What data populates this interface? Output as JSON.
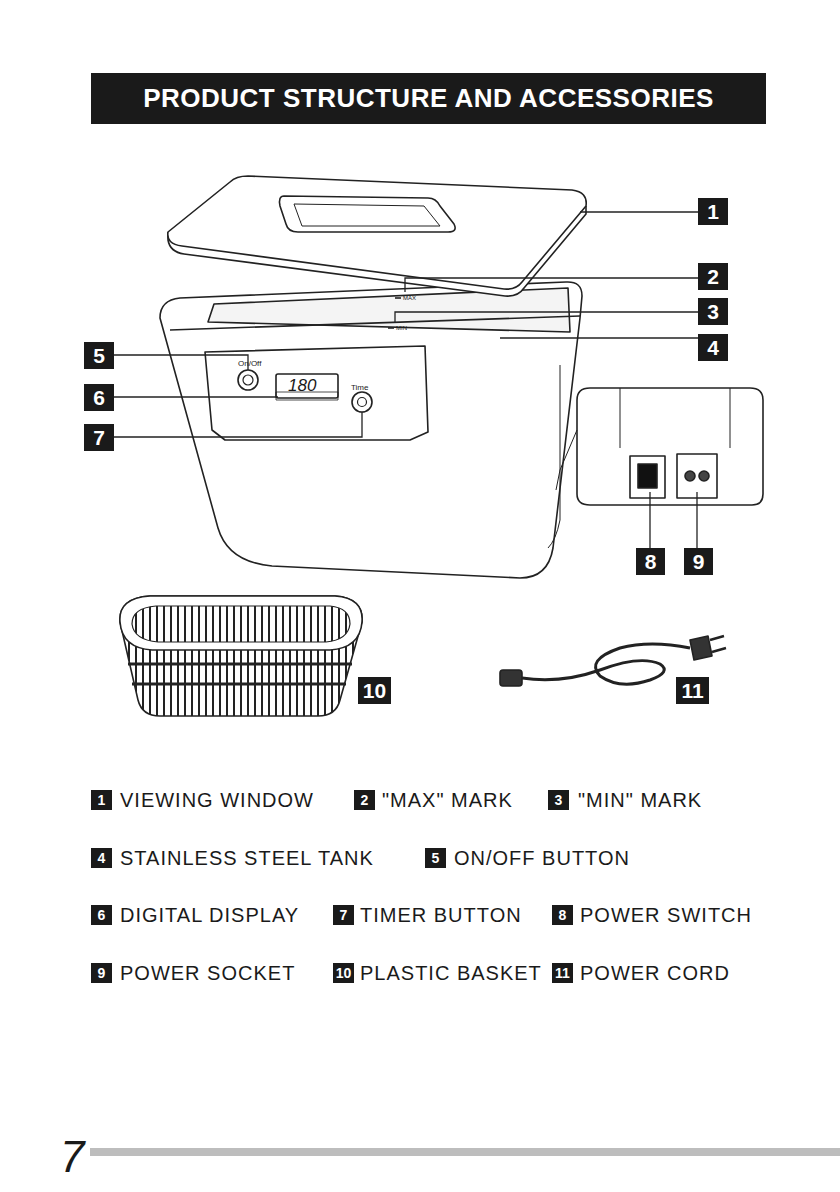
{
  "diagram": {
    "title": "PRODUCT STRUCTURE AND ACCESSORIES",
    "labels": [
      "1",
      "2",
      "3",
      "4",
      "5",
      "6",
      "7",
      "8",
      "9",
      "10",
      "11",
      "MAX",
      "MIN",
      "On/Off",
      "180",
      "Time",
      "1",
      "VIEWING WINDOW",
      "2",
      "\"MAX\" MARK",
      "3",
      "\"MIN\" MARK",
      "4",
      "STAINLESS STEEL TANK",
      "5",
      "ON/OFF BUTTON",
      "6",
      "DIGITAL DISPLAY",
      "7",
      "TIMER BUTTON",
      "8",
      "POWER SWITCH",
      "9",
      "POWER SOCKET",
      "10",
      "PLASTIC BASKET",
      "11",
      "POWER CORD",
      "7"
    ]
  }
}
